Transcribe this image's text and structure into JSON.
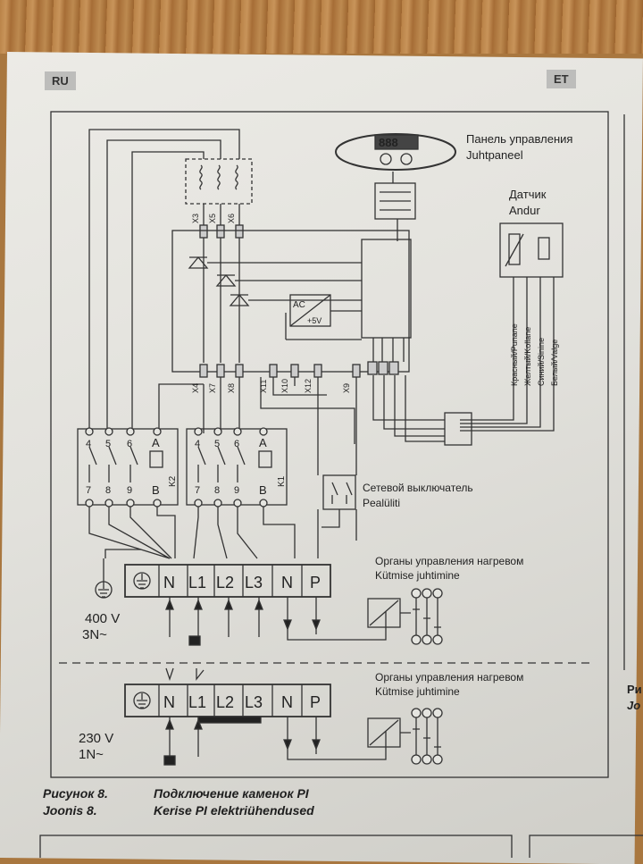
{
  "lang_left": "RU",
  "lang_right": "ET",
  "control_panel": {
    "ru": "Панель управления",
    "et": "Juhtpaneel",
    "display": "888"
  },
  "sensor": {
    "ru": "Датчик",
    "et": "Andur"
  },
  "sensor_wires": [
    "Красный/Punane",
    "Желтый/Kollane",
    "Синий/Sinine",
    "Белый/Valge"
  ],
  "connectors_top": [
    "X3",
    "X5",
    "X6"
  ],
  "connectors_bottom": [
    "X4",
    "X7",
    "X8",
    "X11",
    "X10",
    "X12",
    "X9"
  ],
  "converter": {
    "ac": "AC",
    "dc": "+5V"
  },
  "contactor_k2": {
    "terms_top": [
      "4",
      "5",
      "6",
      "A"
    ],
    "terms_bottom": [
      "7",
      "8",
      "9",
      "B"
    ],
    "name": "K2"
  },
  "contactor_k1": {
    "terms_top": [
      "4",
      "5",
      "6",
      "A"
    ],
    "terms_bottom": [
      "7",
      "8",
      "9",
      "B"
    ],
    "name": "K1"
  },
  "mains_switch": {
    "ru": "Сетевой выключатель",
    "et": "Pealüliti"
  },
  "heating_control": {
    "ru": "Органы управления нагревом",
    "et": "Kütmise juhtimine"
  },
  "terminals": [
    "N",
    "L1",
    "L2",
    "L3",
    "N",
    "P"
  ],
  "supply_400": {
    "voltage": "400 V",
    "phase": "3N~"
  },
  "supply_230": {
    "voltage": "230 V",
    "phase": "1N~"
  },
  "caption": {
    "ru_label": "Рисунок 8.",
    "ru_title": "Подключение каменок PI",
    "et_label": "Joonis 8.",
    "et_title": "Kerise PI elektriühendused"
  },
  "side_cut": [
    "Ри",
    "Jo"
  ]
}
